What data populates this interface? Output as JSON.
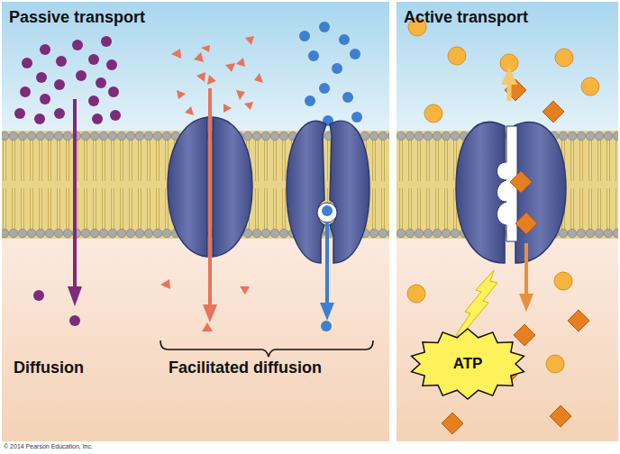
{
  "diagram": {
    "nodes": [
      {
        "text": [
          "Passive transport"
        ]
      },
      {
        "text": [
          "Active transport"
        ]
      },
      {
        "text": [
          "ATP"
        ],
        "in": 1
      }
    ],
    "labels": [
      "Diffusion",
      "Facilitated diffusion",
      "© 2014 Pearson Education, Inc."
    ]
  }
}
